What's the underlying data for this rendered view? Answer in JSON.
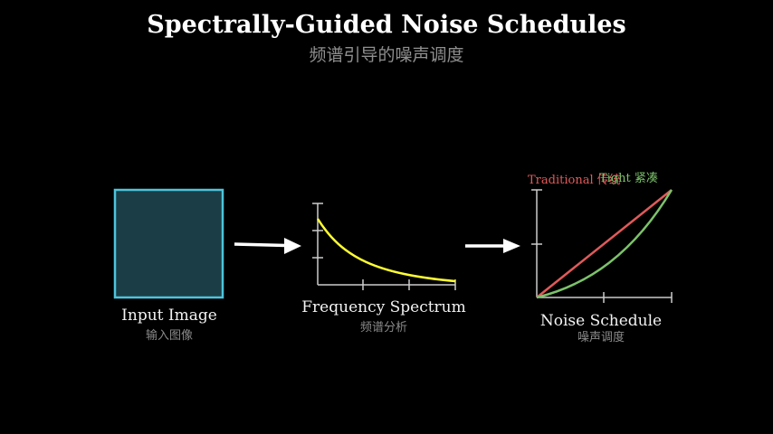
{
  "header": {
    "title": "Spectrally-Guided Noise Schedules",
    "subtitle": "频谱引导的噪声调度"
  },
  "stages": {
    "input": {
      "label": "Input Image",
      "sublabel": "输入图像"
    },
    "spectrum": {
      "label": "Frequency Spectrum",
      "sublabel": "频谱分析"
    },
    "schedule": {
      "label": "Noise Schedule",
      "sublabel": "噪声调度"
    }
  },
  "legend": {
    "traditional": "Traditional 传统",
    "tight": "Tight 紧凑"
  },
  "colors": {
    "image_border": "#4cc4dc",
    "image_fill": "#1b3d45",
    "spectrum_curve": "#ffff33",
    "traditional": "#e05a5a",
    "tight": "#7cc26a",
    "arrow": "#ffffff",
    "axis": "#cccccc"
  }
}
